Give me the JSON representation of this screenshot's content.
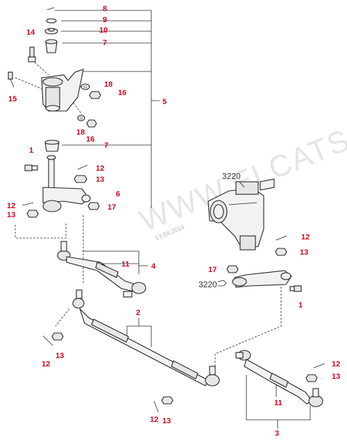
{
  "watermark": "WWW.ELCATS.RU",
  "date_stamp": "13.04.2014",
  "ref_labels": {
    "gearbox": "3220",
    "arm": "3220"
  },
  "accent_color": "#d0021b",
  "callouts": [
    {
      "id": "c8a",
      "text": "8"
    },
    {
      "id": "c9a",
      "text": "9"
    },
    {
      "id": "c10a",
      "text": "10"
    },
    {
      "id": "c7a",
      "text": "7"
    },
    {
      "id": "c14a",
      "text": "14"
    },
    {
      "id": "c15a",
      "text": "15"
    },
    {
      "id": "c18a",
      "text": "18"
    },
    {
      "id": "c16a",
      "text": "16"
    },
    {
      "id": "c5a",
      "text": "5"
    },
    {
      "id": "c18b",
      "text": "18"
    },
    {
      "id": "c16b",
      "text": "16"
    },
    {
      "id": "c7b",
      "text": "7"
    },
    {
      "id": "c1a",
      "text": "1"
    },
    {
      "id": "c12a",
      "text": "12"
    },
    {
      "id": "c13a",
      "text": "13"
    },
    {
      "id": "c6a",
      "text": "6"
    },
    {
      "id": "c17a",
      "text": "17"
    },
    {
      "id": "c12b",
      "text": "12"
    },
    {
      "id": "c13b",
      "text": "13"
    },
    {
      "id": "c11a",
      "text": "11"
    },
    {
      "id": "c4a",
      "text": "4"
    },
    {
      "id": "c12c",
      "text": "12"
    },
    {
      "id": "c13c",
      "text": "13"
    },
    {
      "id": "c17b",
      "text": "17"
    },
    {
      "id": "c1b",
      "text": "1"
    },
    {
      "id": "c2a",
      "text": "2"
    },
    {
      "id": "c12d",
      "text": "12"
    },
    {
      "id": "c13d",
      "text": "13"
    },
    {
      "id": "c12e",
      "text": "12"
    },
    {
      "id": "c13e",
      "text": "13"
    },
    {
      "id": "c11b",
      "text": "11"
    },
    {
      "id": "c12f",
      "text": "12"
    },
    {
      "id": "c13f",
      "text": "13"
    },
    {
      "id": "c3a",
      "text": "3"
    }
  ]
}
